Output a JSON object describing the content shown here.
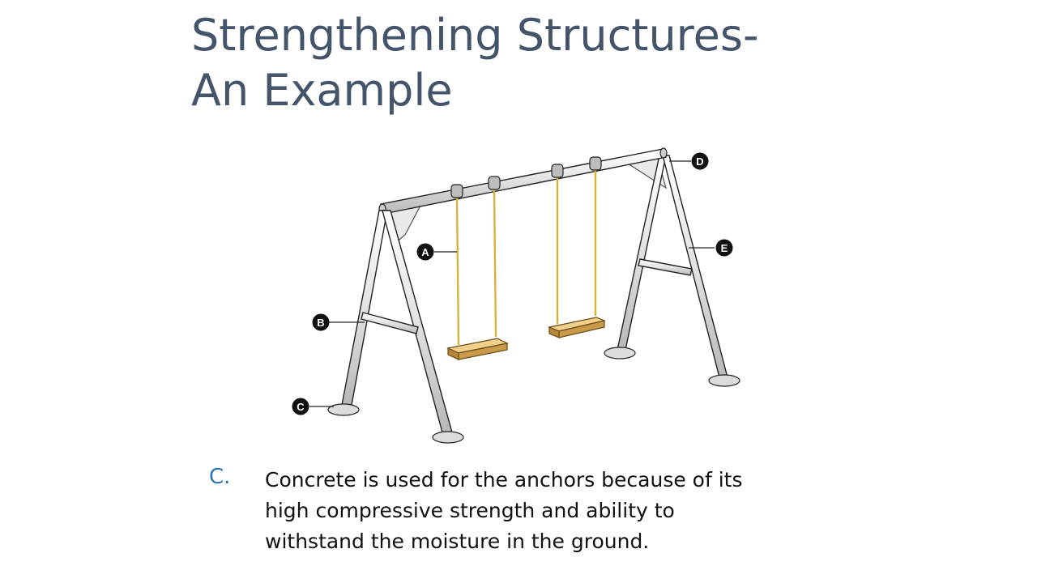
{
  "slide": {
    "title_lines": [
      "Strengthening Structures-",
      "An Example"
    ],
    "bullet_marker": "C.",
    "body_lines": [
      "Concrete is used for the anchors because of its",
      "high compressive strength and ability to",
      "withstand the moisture in the ground."
    ]
  },
  "diagram": {
    "labels": [
      "A",
      "B",
      "C",
      "D",
      "E"
    ],
    "colors": {
      "title": "#44546a",
      "bullet": "#2e75b6",
      "rope": "#e0c050",
      "seat": "#e8c27a",
      "frame": "#e6e6e6",
      "outline": "#222222"
    }
  }
}
